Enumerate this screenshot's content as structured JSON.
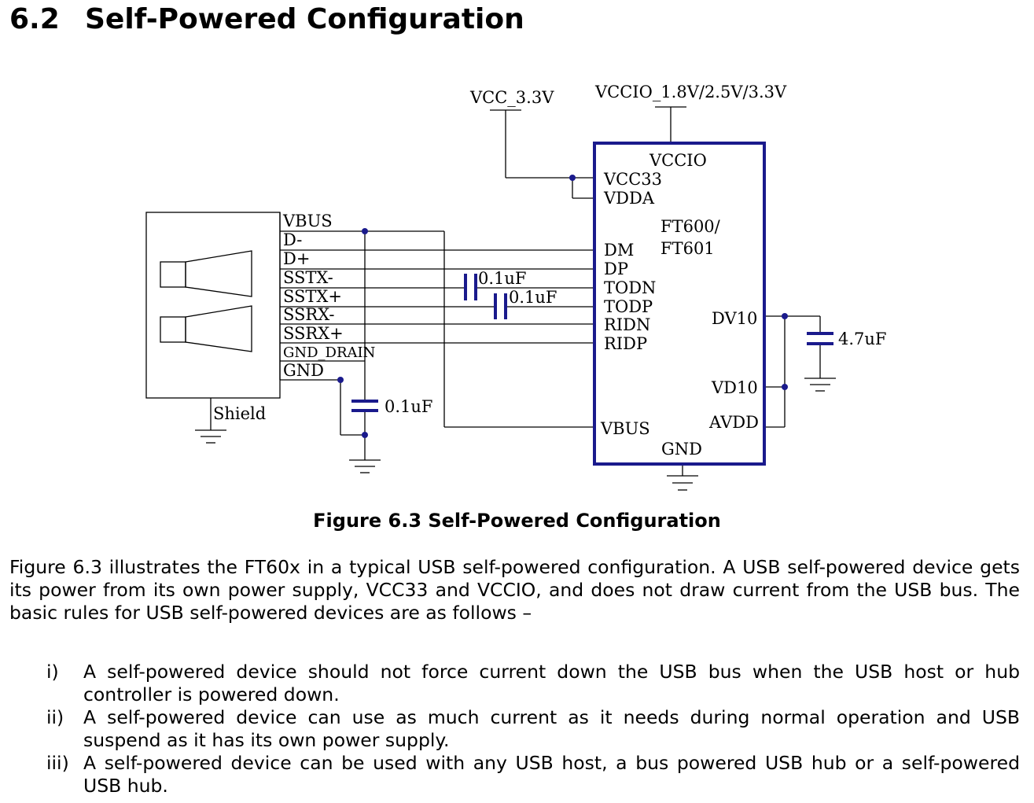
{
  "section": {
    "number": "6.2",
    "title": "Self-Powered Configuration"
  },
  "schematic": {
    "supply_vcc": "VCC_3.3V",
    "supply_vccio": "VCCIO_1.8V/2.5V/3.3V",
    "connector_pins": [
      "VBUS",
      "D-",
      "D+",
      "SSTX-",
      "SSTX+",
      "SSRX-",
      "SSRX+",
      "GND_DRAIN",
      "GND"
    ],
    "shield_label": "Shield",
    "chip_name_line1": "FT600/",
    "chip_name_line2": "FT601",
    "chip_pins": {
      "vccio": "VCCIO",
      "vcc33": "VCC33",
      "vdda": "VDDA",
      "dm": "DM",
      "dp": "DP",
      "todn": "TODN",
      "todp": "TODP",
      "ridn": "RIDN",
      "ridp": "RIDP",
      "vbus": "VBUS",
      "gnd": "GND",
      "dv10": "DV10",
      "vd10": "VD10",
      "avdd": "AVDD"
    },
    "cap_sstx_minus": "0.1uF",
    "cap_sstx_plus": "0.1uF",
    "cap_vbus": "0.1uF",
    "cap_dv10": "4.7uF",
    "wire_color": "#000000",
    "component_color": "#1a1a8c"
  },
  "figure_caption": "Figure 6.3 Self-Powered Configuration",
  "paragraph": "Figure 6.3 illustrates the FT60x in a typical USB self-powered configuration. A USB self-powered device gets its power from its own power supply, VCC33 and VCCIO, and does not draw current from the USB bus. The basic rules for USB self-powered devices are as follows –",
  "rules": [
    {
      "marker": "i)",
      "text": "A self-powered device should not force current down the USB bus when the USB host or hub controller is powered down."
    },
    {
      "marker": "ii)",
      "text": "A self-powered device can use as much current as it needs during normal operation and USB suspend as it has its own power supply."
    },
    {
      "marker": "iii)",
      "text": "A self-powered device can be used with any USB host, a bus powered USB hub or a self-powered USB hub."
    }
  ]
}
